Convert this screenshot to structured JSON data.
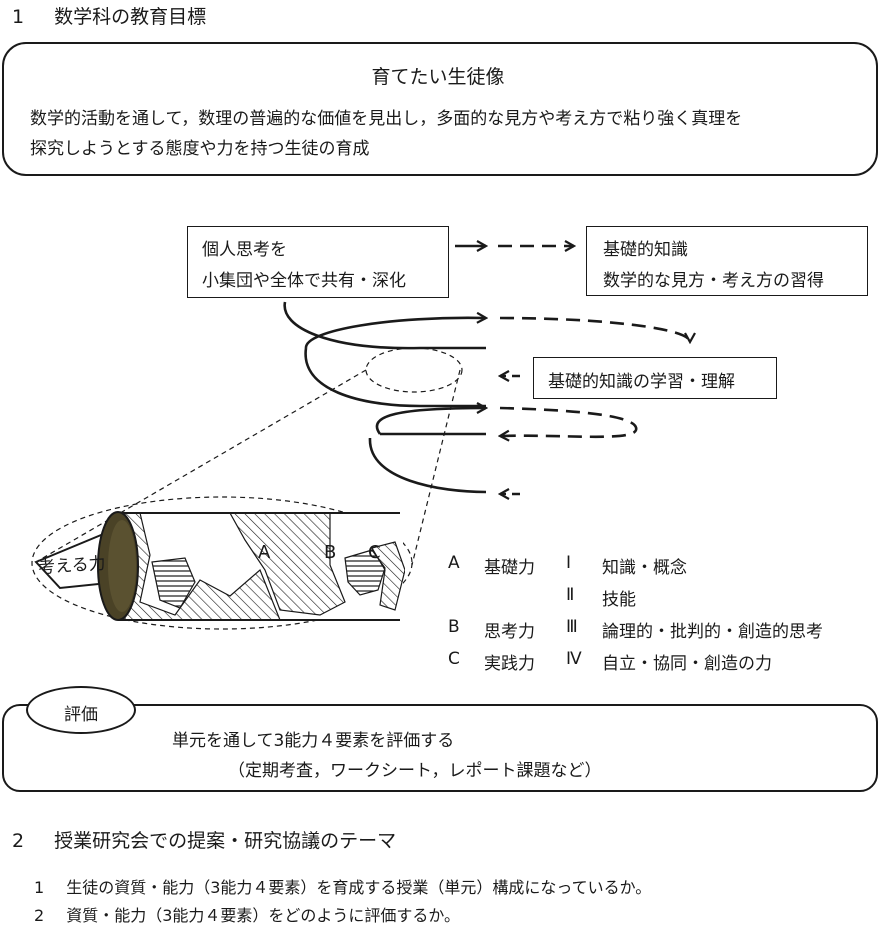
{
  "section1": {
    "number": "1",
    "title": "数学科の教育目標"
  },
  "goal": {
    "title": "育てたい生徒像",
    "line1": "数学的活動を通して，数理の普遍的な価値を見出し，多面的な見方や考え方で粘り強く真理を",
    "line2": "探究しようとする態度や力を持つ生徒の育成"
  },
  "spiral": {
    "box1": {
      "line1": "個人思考を",
      "line2": "小集団や全体で共有・深化"
    },
    "box2": {
      "line1": "基礎的知識",
      "line2": "数学的な見方・考え方の習得"
    },
    "box3": "基礎的知識の学習・理解"
  },
  "cylinder": {
    "label": "考える力",
    "a": "A",
    "b": "B",
    "c": "C"
  },
  "legend": {
    "rows": [
      {
        "letter": "A",
        "name": "基礎力",
        "roman": "Ⅰ",
        "desc": "知識・概念"
      },
      {
        "letter": "",
        "name": "",
        "roman": "Ⅱ",
        "desc": "技能"
      },
      {
        "letter": "B",
        "name": "思考力",
        "roman": "Ⅲ",
        "desc": "論理的・批判的・創造的思考"
      },
      {
        "letter": "C",
        "name": "実践力",
        "roman": "Ⅳ",
        "desc": "自立・協同・創造の力"
      }
    ]
  },
  "evaluation": {
    "label": "評価",
    "line1": "単元を通して3能力４要素を評価する",
    "line2": "（定期考査，ワークシート，レポート課題など）"
  },
  "section2": {
    "number": "2",
    "title": "授業研究会での提案・研究協議のテーマ",
    "items": [
      {
        "number": "1",
        "text": "生徒の資質・能力（3能力４要素）を育成する授業（単元）構成になっているか。"
      },
      {
        "number": "2",
        "text": "資質・能力（3能力４要素）をどのように評価するか。"
      }
    ]
  }
}
